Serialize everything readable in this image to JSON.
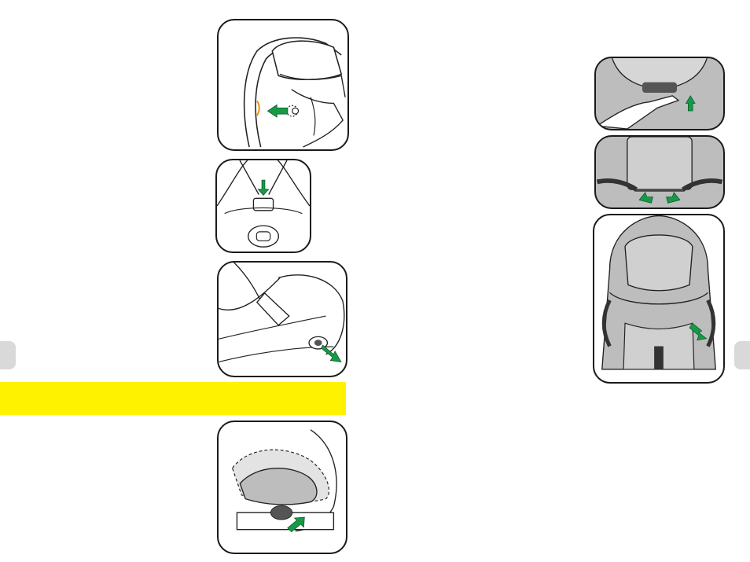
{
  "page": {
    "left_column": {
      "highlight_band_text": "",
      "figures": [
        {
          "id": "headrest-release",
          "description_icon": "arrow-left-icon"
        },
        {
          "id": "harness-buckle-press",
          "description_icon": "arrow-down-icon"
        },
        {
          "id": "adjuster-strap-pull",
          "description_icon": "arrow-out-icon"
        },
        {
          "id": "recline-handle",
          "description_icon": "arrow-up-icon"
        }
      ]
    },
    "right_column": {
      "figures": [
        {
          "id": "shoulder-pad-release",
          "description_icon": "arrow-up-icon"
        },
        {
          "id": "harness-clip-remove",
          "description_icon": "arrow-up-icon"
        },
        {
          "id": "cover-remove",
          "description_icon": "arrow-out-icon"
        }
      ]
    },
    "colors": {
      "arrow": "#169a48",
      "accent_orange": "#f28c00",
      "highlight_yellow": "#fff200",
      "seat_grey": "#bdbdbd",
      "page_tab": "#d9d9d9"
    }
  }
}
